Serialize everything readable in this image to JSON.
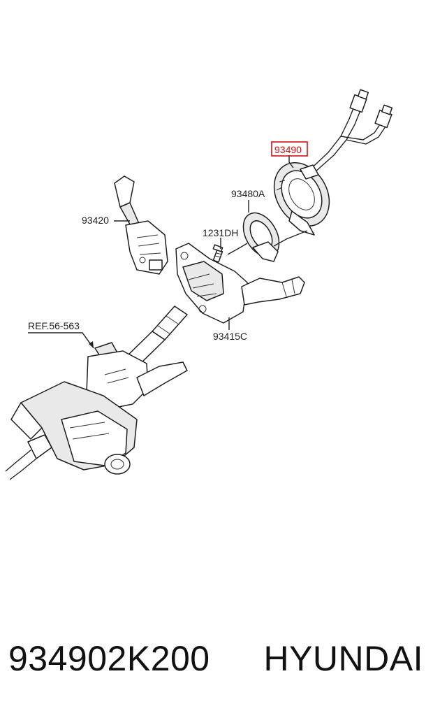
{
  "diagram": {
    "labels": {
      "clock_spring": "93490",
      "ring": "93480A",
      "bolt": "1231DH",
      "left_switch": "93420",
      "switch_body": "93415C",
      "reference": "REF.56-563"
    },
    "highlight_color": "#d01010"
  },
  "caption": {
    "part_number": "934902K200",
    "brand": "HYUNDAI"
  }
}
